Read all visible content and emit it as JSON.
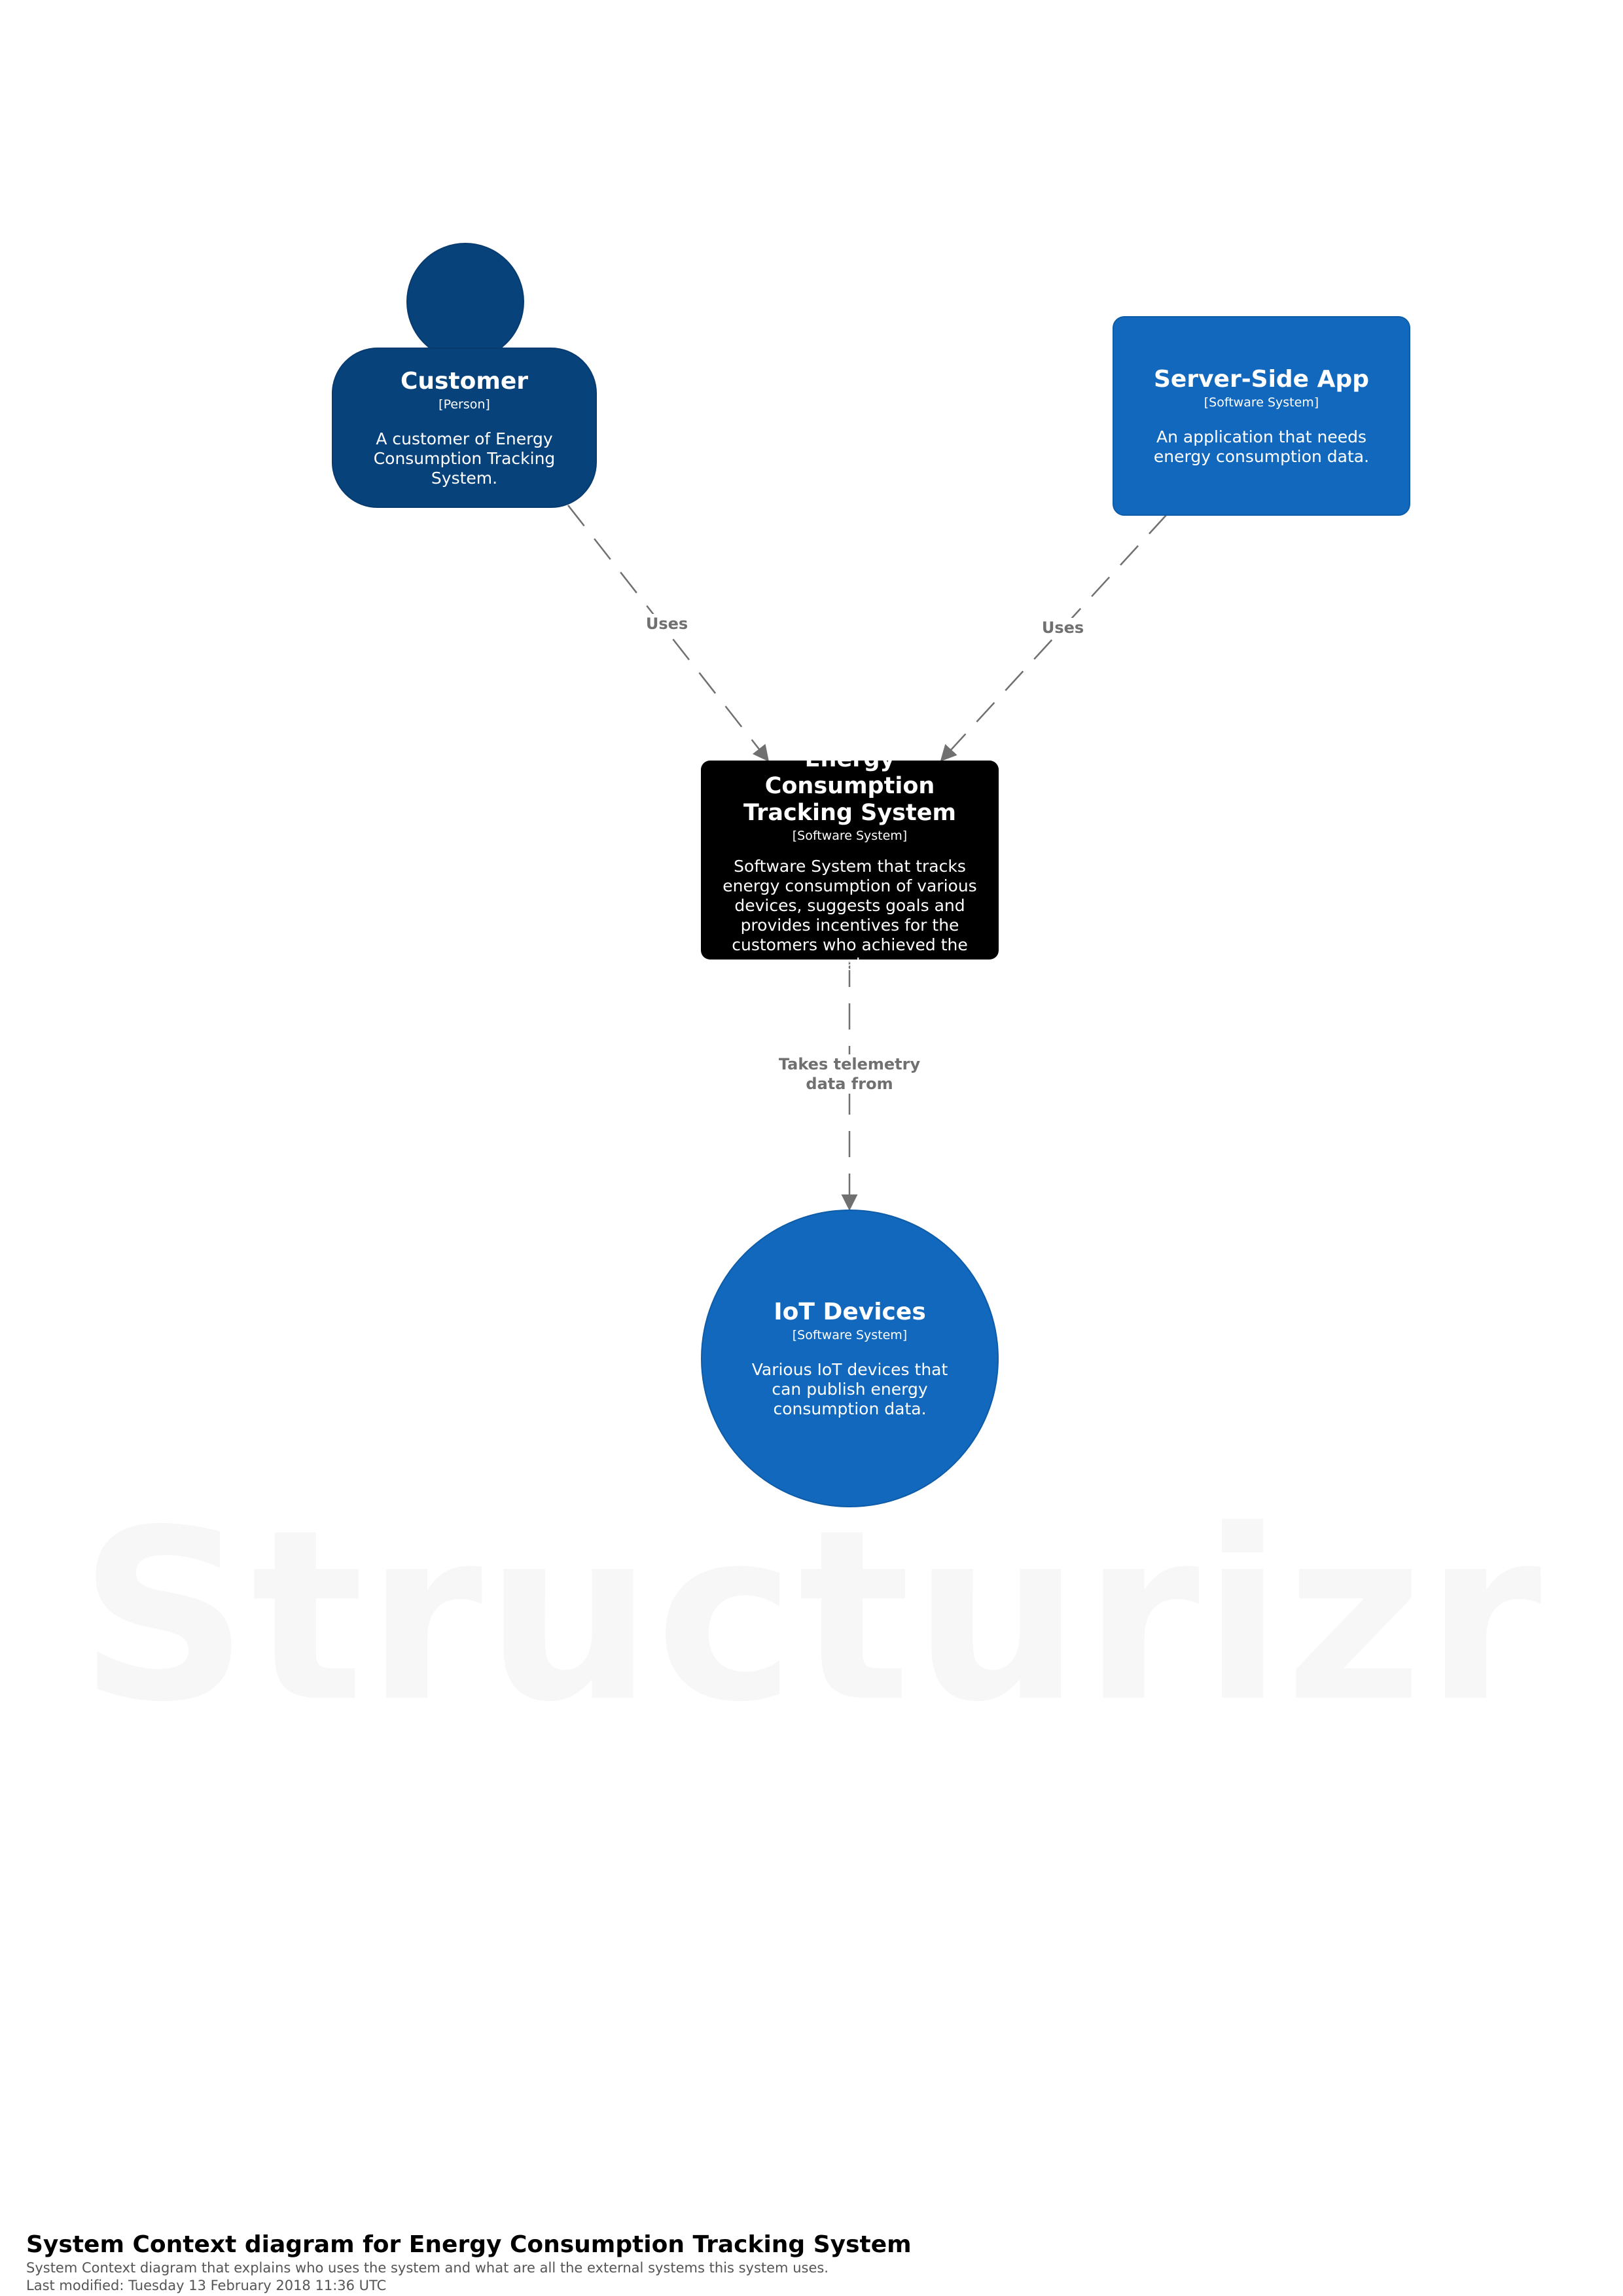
{
  "watermark": "Structurizr",
  "colors": {
    "person": "#08427b",
    "external_system": "#1168bd",
    "focus_system": "#000000",
    "relationship": "#707070"
  },
  "elements": {
    "customer": {
      "name": "Customer",
      "type": "[Person]",
      "description": "A customer of Energy Consumption Tracking System."
    },
    "server_app": {
      "name": "Server-Side App",
      "type": "[Software System]",
      "description": "An application that needs energy consumption data."
    },
    "ects": {
      "name": "Energy Consumption Tracking System",
      "type": "[Software System]",
      "description": "Software System that tracks energy consumption of various devices, suggests goals and provides incentives for the customers who achieved the goals."
    },
    "iot": {
      "name": "IoT Devices",
      "type": "[Software System]",
      "description": "Various IoT devices that can publish energy consumption data."
    }
  },
  "relationships": {
    "customer_uses": {
      "from": "Customer",
      "to": "Energy Consumption Tracking System",
      "label": "Uses"
    },
    "server_uses": {
      "from": "Server-Side App",
      "to": "Energy Consumption Tracking System",
      "label": "Uses"
    },
    "telemetry": {
      "from": "Energy Consumption Tracking System",
      "to": "IoT Devices",
      "label": "Takes telemetry data from"
    }
  },
  "footer": {
    "title": "System Context diagram for Energy Consumption Tracking System",
    "subtitle": "System Context diagram that explains who uses the system and what are all the external systems this system uses.",
    "modified": "Last modified: Tuesday 13 February 2018 11:36 UTC"
  }
}
